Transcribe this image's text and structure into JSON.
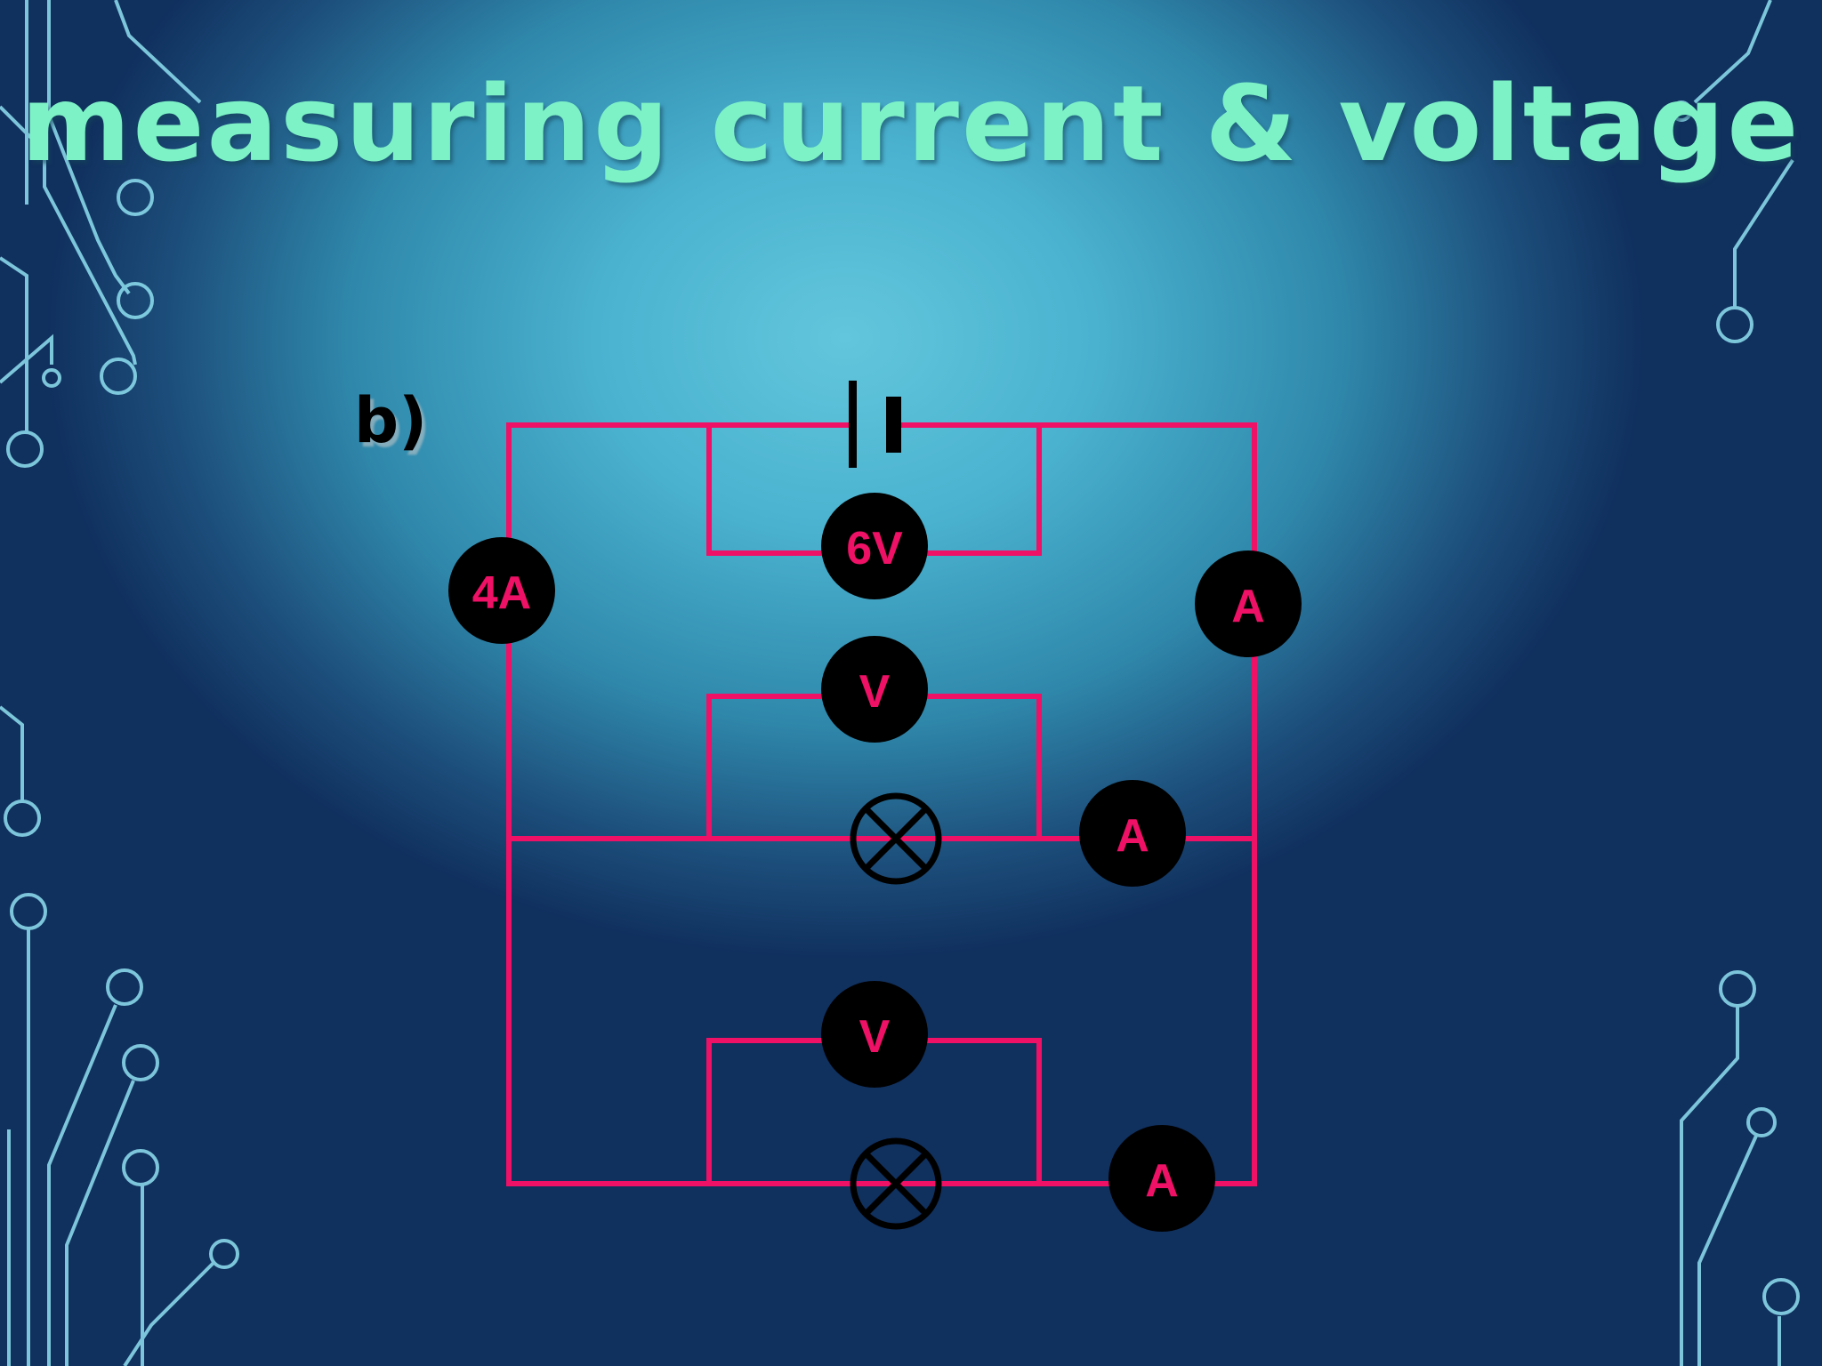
{
  "slide": {
    "title": "measuring current & voltage",
    "part_label": "b)"
  },
  "meters": {
    "ammeter_main": "4A",
    "voltmeter_cell": "6V",
    "ammeter_right": "A",
    "voltmeter_lamp1": "V",
    "ammeter_lamp1": "A",
    "voltmeter_lamp2": "V",
    "ammeter_lamp2": "A"
  },
  "colors": {
    "wire": "#ee1166",
    "meter_fill": "#000000",
    "meter_text": "#ee1166",
    "title": "#7df2c6",
    "circuit_trace": "#8fe0f0"
  }
}
